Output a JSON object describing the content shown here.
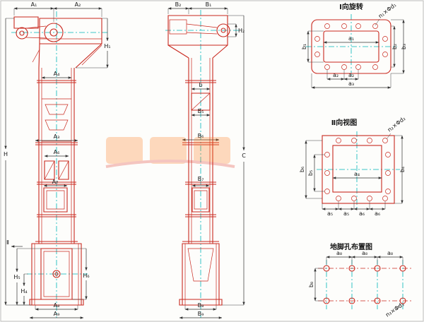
{
  "front": {
    "A1": "A₁",
    "A2": "A₂",
    "A3": "A₃",
    "A4": "A₄",
    "A6": "A₆",
    "A7": "A₇",
    "A8": "A₈",
    "A9": "A₉",
    "H": "H",
    "H1": "H₁",
    "H4": "H₄",
    "H5": "H₅",
    "H6": "H₆",
    "section_mark": "Ⅱ"
  },
  "side": {
    "B1": "B₁",
    "B2": "B₂",
    "b": "b",
    "B5": "B₅",
    "B6": "B₆",
    "B7": "B₇",
    "B8": "B₈",
    "B9": "B₉",
    "H2": "H₂",
    "C": "C"
  },
  "d1": {
    "title": "Ⅰ向旋转",
    "note": "n₁×Φd₁",
    "a1": "a₁",
    "a2": "a₂",
    "a3": "a₃",
    "b1": "b₁",
    "b2": "b₂",
    "b3": "b₃"
  },
  "d2": {
    "title": "Ⅱ向视图",
    "note": "n₂×Φd₂",
    "a4": "a₄",
    "a5": "a₅",
    "a6": "a₆",
    "b4": "b₄",
    "b5": "b₅",
    "b6": "b₆"
  },
  "d3": {
    "title": "地脚孔布置图",
    "note": "n₃×Φd₃",
    "a8": "a₈",
    "b8": "b₈"
  }
}
